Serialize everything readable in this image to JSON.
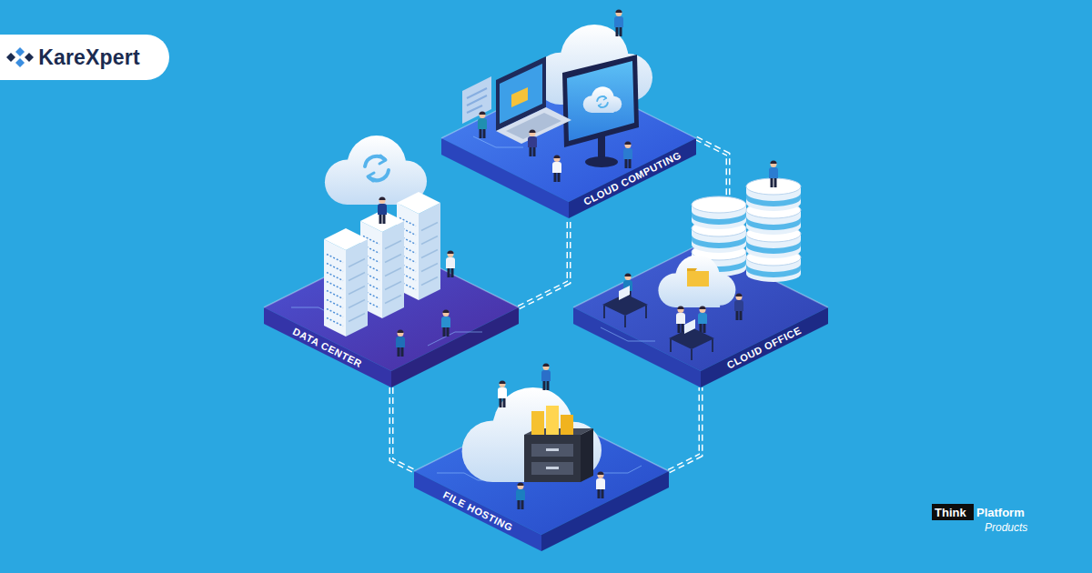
{
  "diagram": {
    "nodes": [
      {
        "text": [
          "KareXpert"
        ]
      },
      {
        "text": [
          "CLOUD COMPUTING"
        ]
      },
      {
        "text": [
          "DATA CENTER"
        ]
      },
      {
        "text": [
          "CLOUD OFFICE"
        ]
      },
      {
        "text": [
          "FILE HOSTING"
        ]
      }
    ],
    "edges": [
      {
        "from": 2,
        "to": 1,
        "arrow": "none"
      },
      {
        "from": 1,
        "to": 3,
        "arrow": "none"
      },
      {
        "from": 2,
        "to": 4,
        "arrow": "none"
      },
      {
        "from": 4,
        "to": 3,
        "arrow": "none"
      }
    ],
    "labels": [
      "Think",
      "Platform",
      "Products"
    ]
  }
}
